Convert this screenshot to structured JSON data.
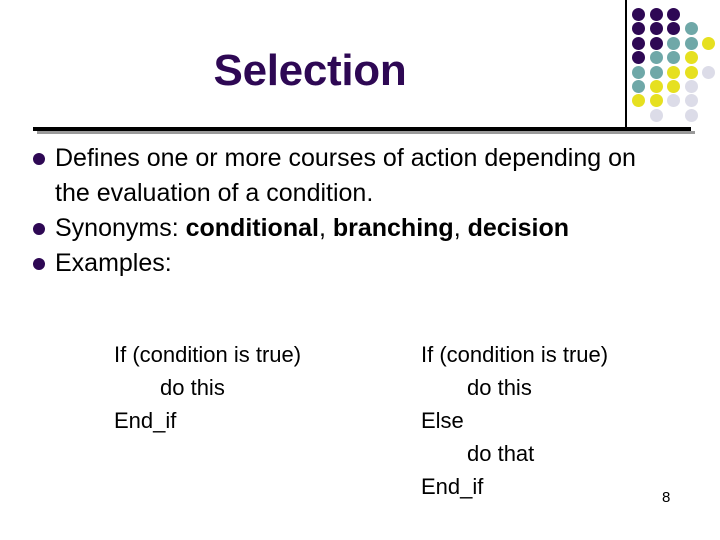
{
  "slide": {
    "title": "Selection",
    "page_number": "8",
    "title_color": "#2E0854",
    "bullet_color": "#2E0854",
    "rule_color": "#000000",
    "rule_shadow_color": "#9A9A9A",
    "background": "#FFFFFF"
  },
  "decor": {
    "name": "dot-grid",
    "colors": {
      "purple": "#2E0854",
      "teal": "#6FA8A8",
      "yellow": "#E6E020",
      "lavender": "#DCDCE8"
    },
    "dots": [
      {
        "col": 0,
        "row": 0,
        "color": "#2E0854"
      },
      {
        "col": 1,
        "row": 0,
        "color": "#2E0854"
      },
      {
        "col": 2,
        "row": 0,
        "color": "#2E0854"
      },
      {
        "col": 0,
        "row": 1,
        "color": "#2E0854"
      },
      {
        "col": 1,
        "row": 1,
        "color": "#2E0854"
      },
      {
        "col": 2,
        "row": 1,
        "color": "#2E0854"
      },
      {
        "col": 3,
        "row": 1,
        "color": "#6FA8A8"
      },
      {
        "col": 0,
        "row": 2,
        "color": "#2E0854"
      },
      {
        "col": 1,
        "row": 2,
        "color": "#2E0854"
      },
      {
        "col": 2,
        "row": 2,
        "color": "#6FA8A8"
      },
      {
        "col": 3,
        "row": 2,
        "color": "#6FA8A8"
      },
      {
        "col": 4,
        "row": 2,
        "color": "#E6E020"
      },
      {
        "col": 0,
        "row": 3,
        "color": "#2E0854"
      },
      {
        "col": 1,
        "row": 3,
        "color": "#6FA8A8"
      },
      {
        "col": 2,
        "row": 3,
        "color": "#6FA8A8"
      },
      {
        "col": 3,
        "row": 3,
        "color": "#E6E020"
      },
      {
        "col": 0,
        "row": 4,
        "color": "#6FA8A8"
      },
      {
        "col": 1,
        "row": 4,
        "color": "#6FA8A8"
      },
      {
        "col": 2,
        "row": 4,
        "color": "#E6E020"
      },
      {
        "col": 3,
        "row": 4,
        "color": "#E6E020"
      },
      {
        "col": 4,
        "row": 4,
        "color": "#DCDCE8"
      },
      {
        "col": 0,
        "row": 5,
        "color": "#6FA8A8"
      },
      {
        "col": 1,
        "row": 5,
        "color": "#E6E020"
      },
      {
        "col": 2,
        "row": 5,
        "color": "#E6E020"
      },
      {
        "col": 3,
        "row": 5,
        "color": "#DCDCE8"
      },
      {
        "col": 0,
        "row": 6,
        "color": "#E6E020"
      },
      {
        "col": 1,
        "row": 6,
        "color": "#E6E020"
      },
      {
        "col": 2,
        "row": 6,
        "color": "#DCDCE8"
      },
      {
        "col": 3,
        "row": 6,
        "color": "#DCDCE8"
      },
      {
        "col": 1,
        "row": 7,
        "color": "#DCDCE8"
      },
      {
        "col": 3,
        "row": 7,
        "color": "#DCDCE8"
      }
    ]
  },
  "bullets": [
    {
      "id": "defines",
      "segments": [
        {
          "text": "Defines one or more courses of action depending on the evaluation of a condition.",
          "bold": false
        }
      ]
    },
    {
      "id": "synonyms",
      "segments": [
        {
          "text": "Synonyms:  ",
          "bold": false
        },
        {
          "text": "conditional",
          "bold": true
        },
        {
          "text": ", ",
          "bold": false
        },
        {
          "text": "branching",
          "bold": true
        },
        {
          "text": ", ",
          "bold": false
        },
        {
          "text": "decision",
          "bold": true
        }
      ]
    },
    {
      "id": "examples",
      "segments": [
        {
          "text": "Examples:",
          "bold": false
        }
      ]
    }
  ],
  "examples": {
    "if_block": {
      "name": "simple-if-example",
      "lines": [
        {
          "text": "If (condition is true)",
          "indent": false
        },
        {
          "text": "do this",
          "indent": true
        },
        {
          "text": "End_if",
          "indent": false
        }
      ]
    },
    "if_else_block": {
      "name": "if-else-example",
      "lines": [
        {
          "text": "If (condition is true)",
          "indent": false
        },
        {
          "text": "do this",
          "indent": true
        },
        {
          "text": "Else",
          "indent": false
        },
        {
          "text": "do that",
          "indent": true
        },
        {
          "text": "End_if",
          "indent": false
        }
      ]
    }
  }
}
